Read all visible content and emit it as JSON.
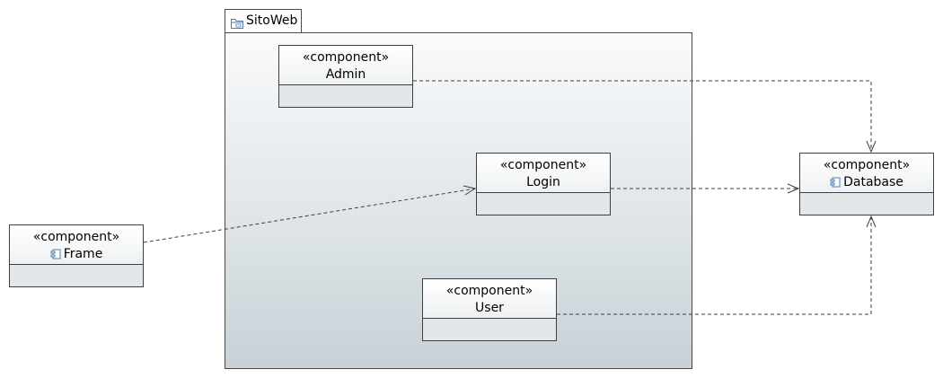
{
  "package": {
    "name": "SitoWeb",
    "icon": "package-folder-icon"
  },
  "components": [
    {
      "id": "admin",
      "stereotype": "«component»",
      "name": "Admin",
      "icon": null
    },
    {
      "id": "login",
      "stereotype": "«component»",
      "name": "Login",
      "icon": null
    },
    {
      "id": "user",
      "stereotype": "«component»",
      "name": "User",
      "icon": null
    },
    {
      "id": "frame",
      "stereotype": "«component»",
      "name": "Frame",
      "icon": "component-icon"
    },
    {
      "id": "database",
      "stereotype": "«component»",
      "name": "Database",
      "icon": "component-icon"
    }
  ],
  "dependencies": [
    {
      "from": "Admin",
      "to": "Database",
      "style": "dashed",
      "arrow": "open"
    },
    {
      "from": "Login",
      "to": "Database",
      "style": "dashed",
      "arrow": "open"
    },
    {
      "from": "User",
      "to": "Database",
      "style": "dashed",
      "arrow": "open"
    },
    {
      "from": "Frame",
      "to": "Login",
      "style": "dashed",
      "arrow": "open"
    }
  ],
  "colors": {
    "line": "#3f3f3f",
    "icon": "#4a7fb5"
  }
}
